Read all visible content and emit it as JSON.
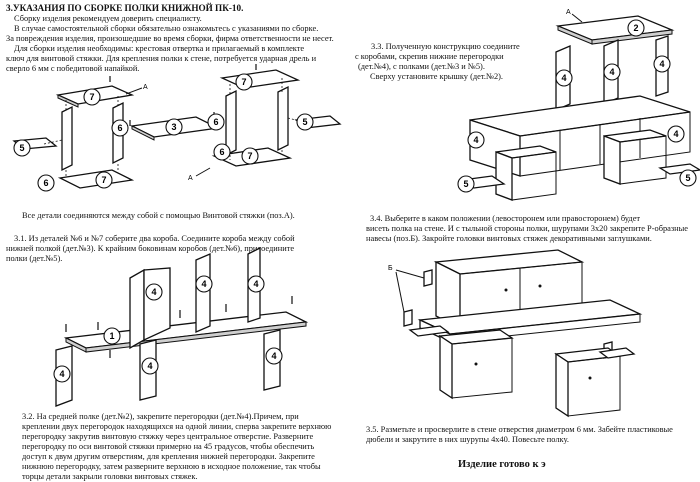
{
  "header": {
    "title": "3.УКАЗАНИЯ ПО СБОРКЕ ПОЛКИ КНИЖНОЙ ПК-10.",
    "lines": [
      "Сборку изделия рекомендуем доверить специалисту.",
      "В случае самостоятельной сборки обязательно ознакомьтесь с указаниями по сборке.",
      "За повреждения изделия, произошедшие во время сборки, фирма ответственности не несет.",
      "Для сборки изделия необходимы: крестовая отвертка и прилагаемый в комплекте",
      "ключ для винтовой стяжки. Для крепления полки к стене, потребуется ударная дрель и",
      "сверло 6 мм с победитовой напайкой."
    ]
  },
  "steps": {
    "intro": "Все детали соединяются между собой с помощью Винтовой стяжки (поз.А).",
    "s31": [
      "3.1. Из деталей №6 и №7 соберите два короба. Соедините короба между собой",
      "нижней полкой (дет.№3). К крайним боковинам коробов (дет.№6), присоедините",
      "полки (дет.№5)."
    ],
    "s32": [
      "3.2. На средней полке (дет.№2), закрепите перегородки (дет.№4).Причем, при",
      "креплении двух перегородок находящихся на одной линии, сперва закрепите верхнюю",
      "перегородку закрутив винтовую стяжку через центральное отверстие. Разверните",
      "перегородку по оси винтовой стяжки примерно на 45 градусов, чтобы обеспечить",
      "доступ к двум другим отверстиям, для крепления нижней перегородки. Закрепите",
      "нижнюю перегородку, затем разверните верхнюю в исходное положение, так чтобы",
      "торцы детали закрыли головки винтовых стяжек."
    ],
    "s33": [
      "3.3. Полученную конструкцию соедините",
      "с коробами, скрепив нижние перегородки",
      "(дет.№4), с полками (дет.№3 и №5).",
      "Сверху установите крышку (дет.№2)."
    ],
    "s34": [
      "3.4. Выберите в каком положении (левосторонем или правосторонем) будет",
      "висеть полка на стене. И с тыльной стороны полки, шурупами 3х20 закрепите Р-образные",
      "навесы (поз.Б). Закройте головки винтовых стяжек декоративными заглушками."
    ],
    "s35": [
      "3.5. Разметьте и просверлите в стене отверстия диаметром 6 мм. Забейте пластиковые",
      "дюбели и закрутите в них шурупы 4х40. Повесьте полку."
    ],
    "final": "Изделие готово к э"
  },
  "labels": {
    "p7": "7",
    "p6": "6",
    "p5": "5",
    "p3": "3",
    "p4": "4",
    "p1": "1",
    "p2": "2",
    "pos_a": "А",
    "pos_b": "Б"
  }
}
